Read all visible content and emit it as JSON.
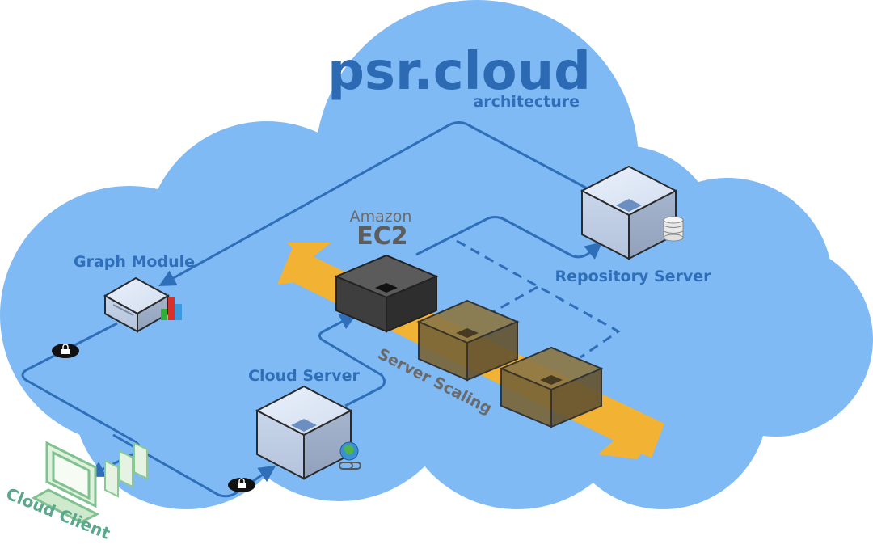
{
  "colors": {
    "cloud_fill": "#7fbaf4",
    "cloud_inner": "#79b6f2",
    "title_color": "#2c6ab3",
    "label_color": "#2f6fba",
    "connector": "#2f6fba",
    "arrow_band": "#f2b233",
    "dark_box": "#4a4a4a",
    "scaled_box": "#8d7846",
    "light_box": "#d3deee",
    "client_green": "#7fc28f",
    "client_text": "#5aa88b"
  },
  "diagram": {
    "title": "psr.cloud",
    "subtitle": "architecture",
    "nodes": {
      "graph_module": {
        "label": "Graph Module",
        "icon": "bar-chart-icon"
      },
      "repository_server": {
        "label": "Repository Server",
        "icon": "database-icon"
      },
      "cloud_server": {
        "label": "Cloud Server",
        "icon": "globe-link-icon"
      },
      "ec2": {
        "label_small": "Amazon",
        "label_big": "EC2"
      },
      "cloud_client": {
        "label": "Cloud Client",
        "icon": "monitor-icon"
      }
    },
    "scaling_label": "Server Scaling",
    "badges": [
      "lock-icon",
      "lock-icon"
    ]
  }
}
